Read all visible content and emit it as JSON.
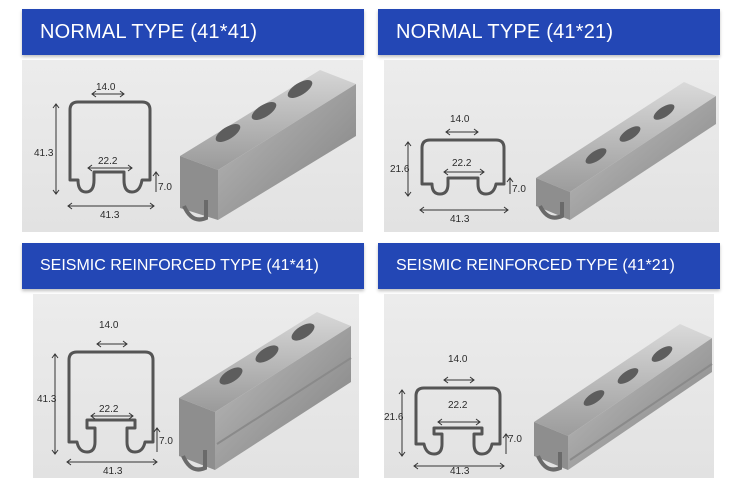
{
  "colors": {
    "banner_bg": "#2347b5",
    "banner_text": "#ffffff",
    "panel_bg": "#e6e6e6"
  },
  "sections": [
    {
      "title": "NORMAL TYPE (41*41)",
      "dims": {
        "top": "14.0",
        "height": "41.3",
        "inner": "22.2",
        "lip": "7.0",
        "width": "41.3"
      }
    },
    {
      "title": "NORMAL TYPE (41*21)",
      "dims": {
        "top": "14.0",
        "height": "21.6",
        "inner": "22.2",
        "lip": "7.0",
        "width": "41.3"
      }
    },
    {
      "title": "SEISMIC REINFORCED TYPE (41*41)",
      "dims": {
        "top": "14.0",
        "height": "41.3",
        "inner": "22.2",
        "lip": "7.0",
        "width": "41.3"
      }
    },
    {
      "title": "SEISMIC REINFORCED TYPE (41*21)",
      "dims": {
        "top": "14.0",
        "height": "21.6",
        "inner": "22.2",
        "lip": "7.0",
        "width": "41.3"
      }
    }
  ]
}
